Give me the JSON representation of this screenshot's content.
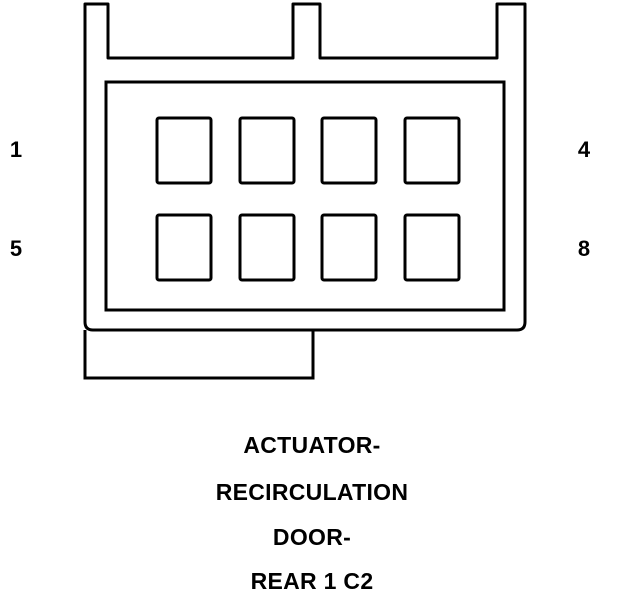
{
  "pin_labels": {
    "top_left": "1",
    "top_right": "4",
    "bottom_left": "5",
    "bottom_right": "8"
  },
  "caption": {
    "line1": "ACTUATOR-",
    "line2": "RECIRCULATION",
    "line3": "DOOR-",
    "line4": "REAR 1 C2"
  },
  "connector": {
    "rows": 2,
    "pins_per_row": 4,
    "stroke_color": "#000000"
  }
}
